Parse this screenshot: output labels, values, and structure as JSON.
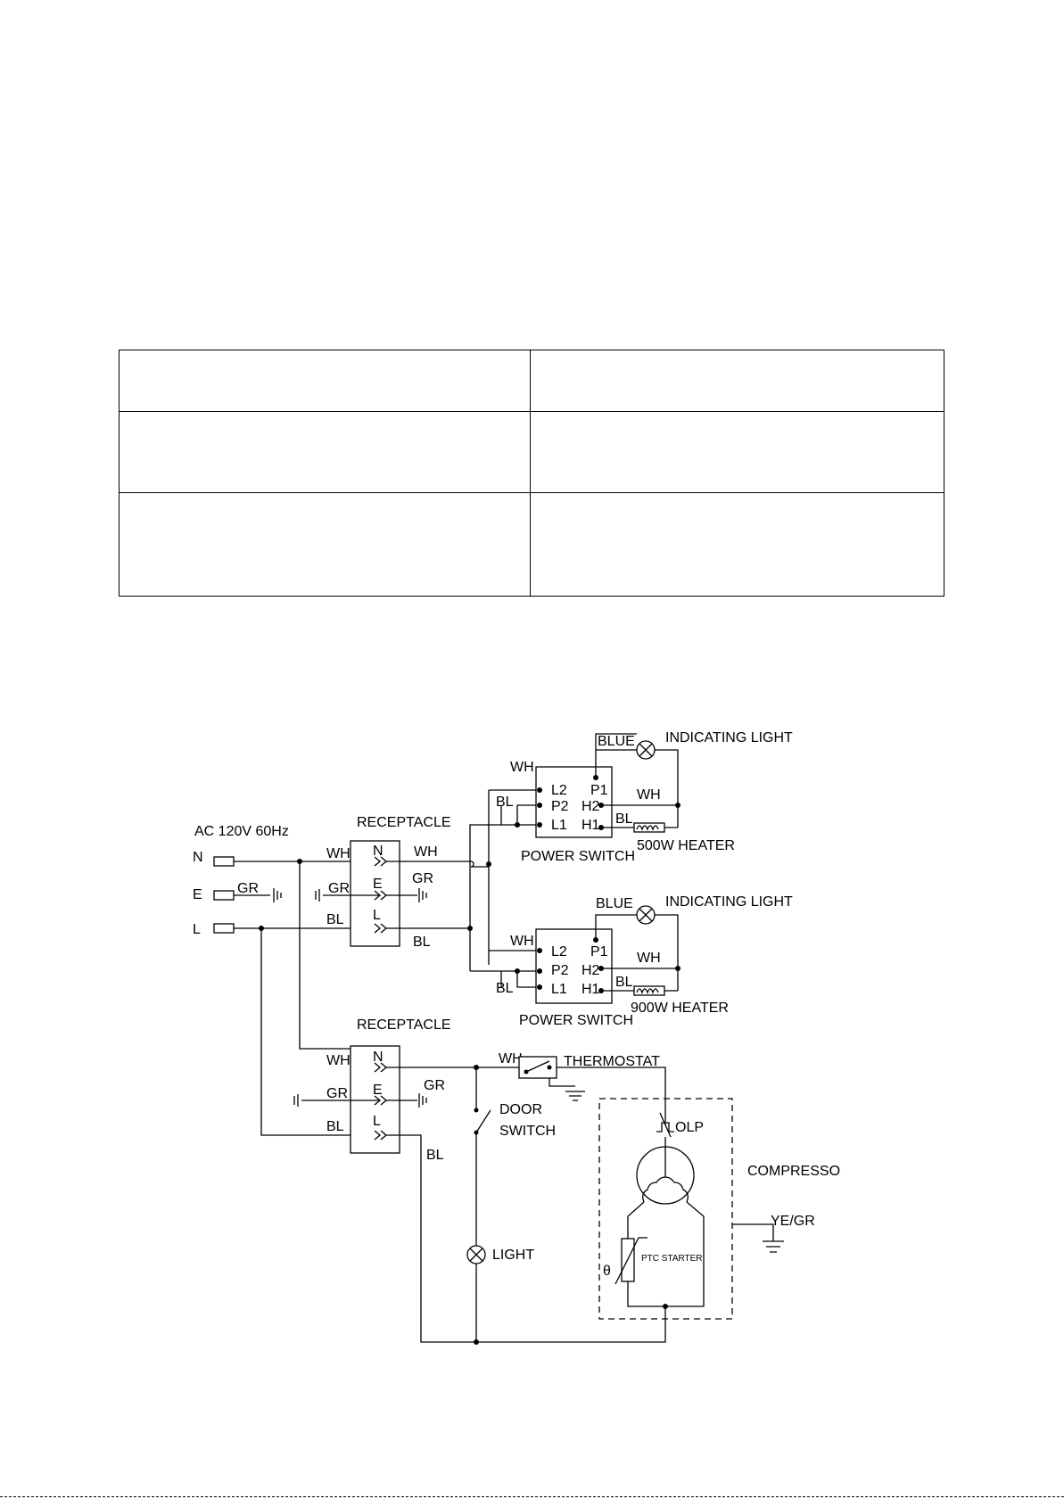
{
  "table": {
    "rows": [
      [
        "",
        ""
      ],
      [
        "",
        ""
      ],
      [
        "",
        ""
      ]
    ]
  },
  "diagram": {
    "supply": {
      "label": "AC 120V 60Hz",
      "n": "N",
      "e": "E",
      "l": "L"
    },
    "receptacle_top": {
      "title": "RECEPTACLE",
      "n": "N",
      "e": "E",
      "l": "L"
    },
    "receptacle_bottom": {
      "title": "RECEPTACLE",
      "n": "N",
      "e": "E",
      "l": "L"
    },
    "wires": {
      "wh": "WH",
      "gr": "GR",
      "bl": "BL",
      "blue": "BLUE",
      "ye_gr": "YE/GR"
    },
    "switch_top": {
      "title": "POWER SWITCH",
      "l2": "L2",
      "p2": "P2",
      "l1": "L1",
      "p1": "P1",
      "h2": "H2",
      "h1": "H1"
    },
    "switch_bottom": {
      "title": "POWER SWITCH",
      "l2": "L2",
      "p2": "P2",
      "l1": "L1",
      "p1": "P1",
      "h2": "H2",
      "h1": "H1"
    },
    "light_top": "INDICATING LIGHT",
    "light_bottom": "INDICATING LIGHT",
    "heater_top": "500W HEATER",
    "heater_bottom": "900W HEATER",
    "thermostat": "THERMOSTAT",
    "door_switch_1": "DOOR",
    "door_switch_2": "SWITCH",
    "light": "LIGHT",
    "olp": "OLP",
    "compressor": "COMPRESSO",
    "ptc": "PTC STARTER",
    "theta": "θ"
  }
}
